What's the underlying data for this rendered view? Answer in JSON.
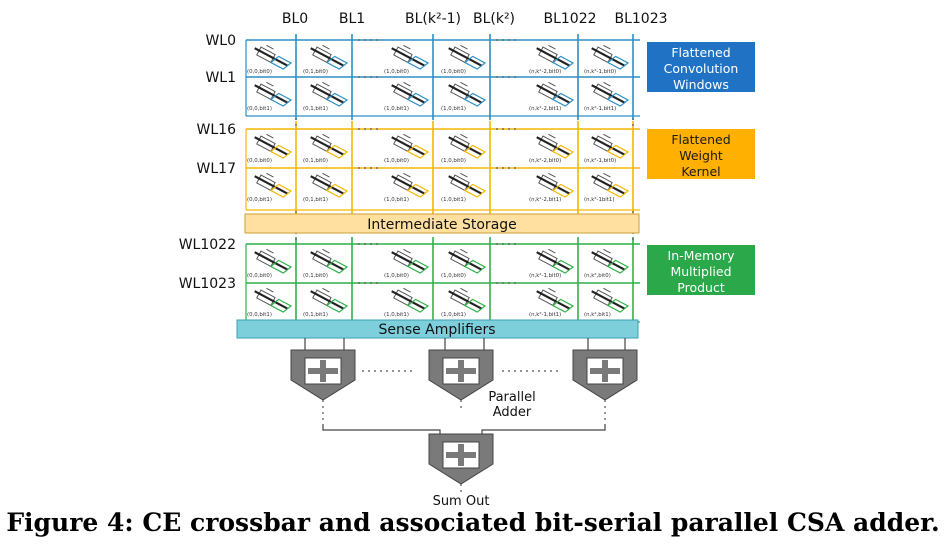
{
  "bitlines": [
    "BL0",
    "BL1",
    "BL(k²-1)",
    "BL(k²)",
    "BL1022",
    "BL1023"
  ],
  "wordlines": [
    "WL0",
    "WL1",
    "WL16",
    "WL17",
    "WL1022",
    "WL1023"
  ],
  "blocks": [
    {
      "color": "#2a8fc5",
      "side_label": "Flattened Convolution Windows",
      "side_color": "#1f72c4",
      "side_text_color": "#ffffff",
      "rows": [
        [
          "(0,0,bit0)",
          "(0,1,bit0)",
          "(1,0,bit0)",
          "(1,0,bit0)",
          "(n,k²-2,bit0)",
          "(n,k²-1,bit0)"
        ],
        [
          "(0,0,bit1)",
          "(0,1,bit1)",
          "(1,0,bit1)",
          "(1,0,bit1)",
          "(n,k²-2,bit1)",
          "(n,k²-1,bit1)"
        ]
      ]
    },
    {
      "color": "#f5b700",
      "side_label": "Flattened Weight Kernel",
      "side_color": "#ffb000",
      "side_text_color": "#1a1a1a",
      "rows": [
        [
          "(0,0,bit0)",
          "(0,1,bit0)",
          "(1,0,bit0)",
          "(1,0,bit0)",
          "(n,k²-2,bit0)",
          "(n,k²-1,bit0)"
        ],
        [
          "(0,0,bit1)",
          "(0,1,bit1)",
          "(1,0,bit1)",
          "(1,0,bit1)",
          "(n,k²-2,bit1)",
          "(n,k²-1bit1)"
        ]
      ]
    },
    {
      "color": "#2fb04a",
      "side_label": "In-Memory Multiplied Product",
      "side_color": "#2aa84a",
      "side_text_color": "#ffffff",
      "rows": [
        [
          "(0,0,bit0)",
          "(0,1,bit0)",
          "(1,0,bit0)",
          "(1,0,bit0)",
          "(n,k²-1,bit0)",
          "(n,k²,bit0)"
        ],
        [
          "(0,0,bit1)",
          "(0,1,bit1)",
          "(1,0,bit1)",
          "(1,0,bit1)",
          "(n,k²-1,bit1)",
          "(n,k²,bit1)"
        ]
      ]
    }
  ],
  "intermediate_storage": "Intermediate Storage",
  "sense_amplifiers": "Sense Amplifiers",
  "parallel_adder": "Parallel Adder",
  "sum_out": "Sum Out",
  "caption": "Figure 4: CE crossbar and associated bit-serial parallel CSA adder."
}
